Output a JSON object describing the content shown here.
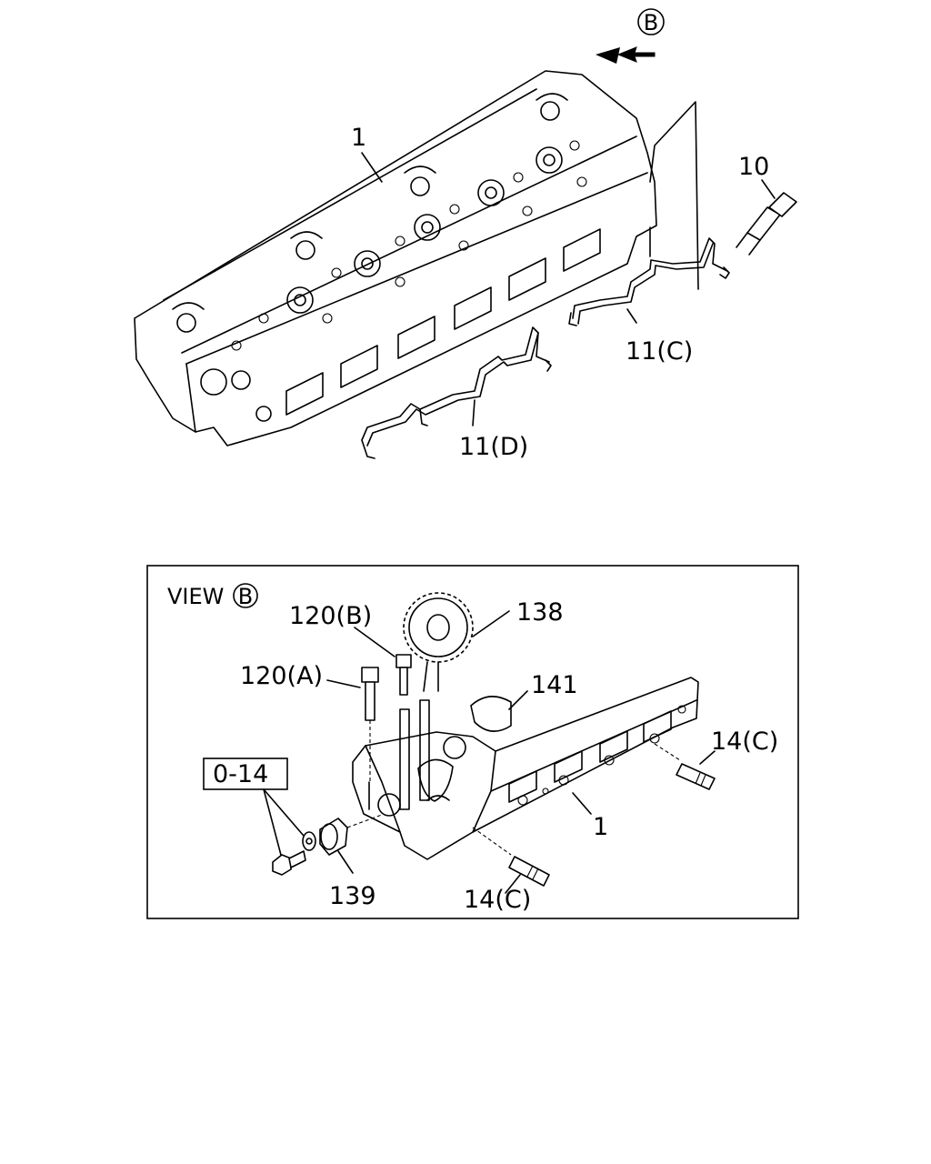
{
  "view_marker": "B",
  "labels": {
    "head": "1",
    "glow_plug": "10",
    "harness_c": "11(C)",
    "harness_d": "11(D)",
    "view_title": "VIEW",
    "view_marker": "B",
    "bolt_b": "120(B)",
    "bolt_a": "120(A)",
    "gear": "138",
    "cap": "141",
    "stud_upper": "14(C)",
    "stud_lower": "14(C)",
    "head_view": "1",
    "ref_box": "0-14",
    "idler": "139"
  }
}
